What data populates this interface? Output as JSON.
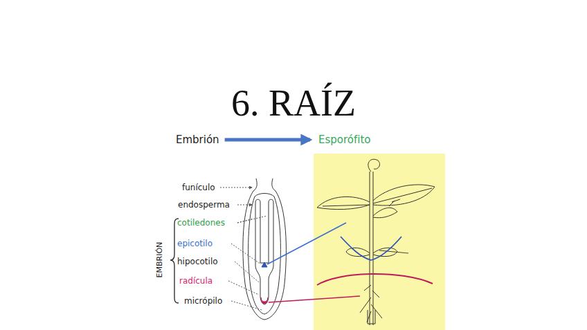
{
  "diagram": {
    "title": "6. RAÍZ",
    "nodes": [
      {
        "text": [
          "Embrión"
        ]
      },
      {
        "text": [
          "Esporófito"
        ]
      }
    ],
    "edges": [
      {
        "from": 0,
        "to": 1,
        "arrow": "to"
      }
    ],
    "labels": [
      "funículo",
      "endosperma",
      "cotiledones",
      "epicotilo",
      "hipocotilo",
      "radícula",
      "micrópilo",
      "EMBRIÓN"
    ]
  }
}
